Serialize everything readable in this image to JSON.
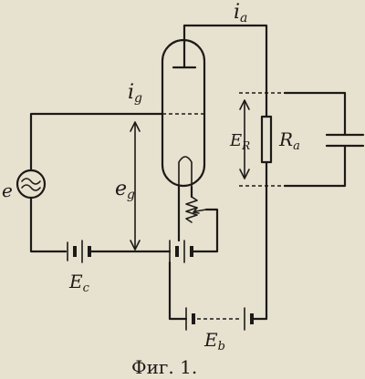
{
  "labels": {
    "ia": "i",
    "ia_sub": "a",
    "ig": "i",
    "ig_sub": "g",
    "er": "E",
    "er_sub": "R",
    "ra": "R",
    "ra_sub": "a",
    "e": "e",
    "eg": "e",
    "eg_sub": "g",
    "ec": "E",
    "ec_sub": "c",
    "eb": "E",
    "eb_sub": "b"
  },
  "caption": "Фиг. 1."
}
